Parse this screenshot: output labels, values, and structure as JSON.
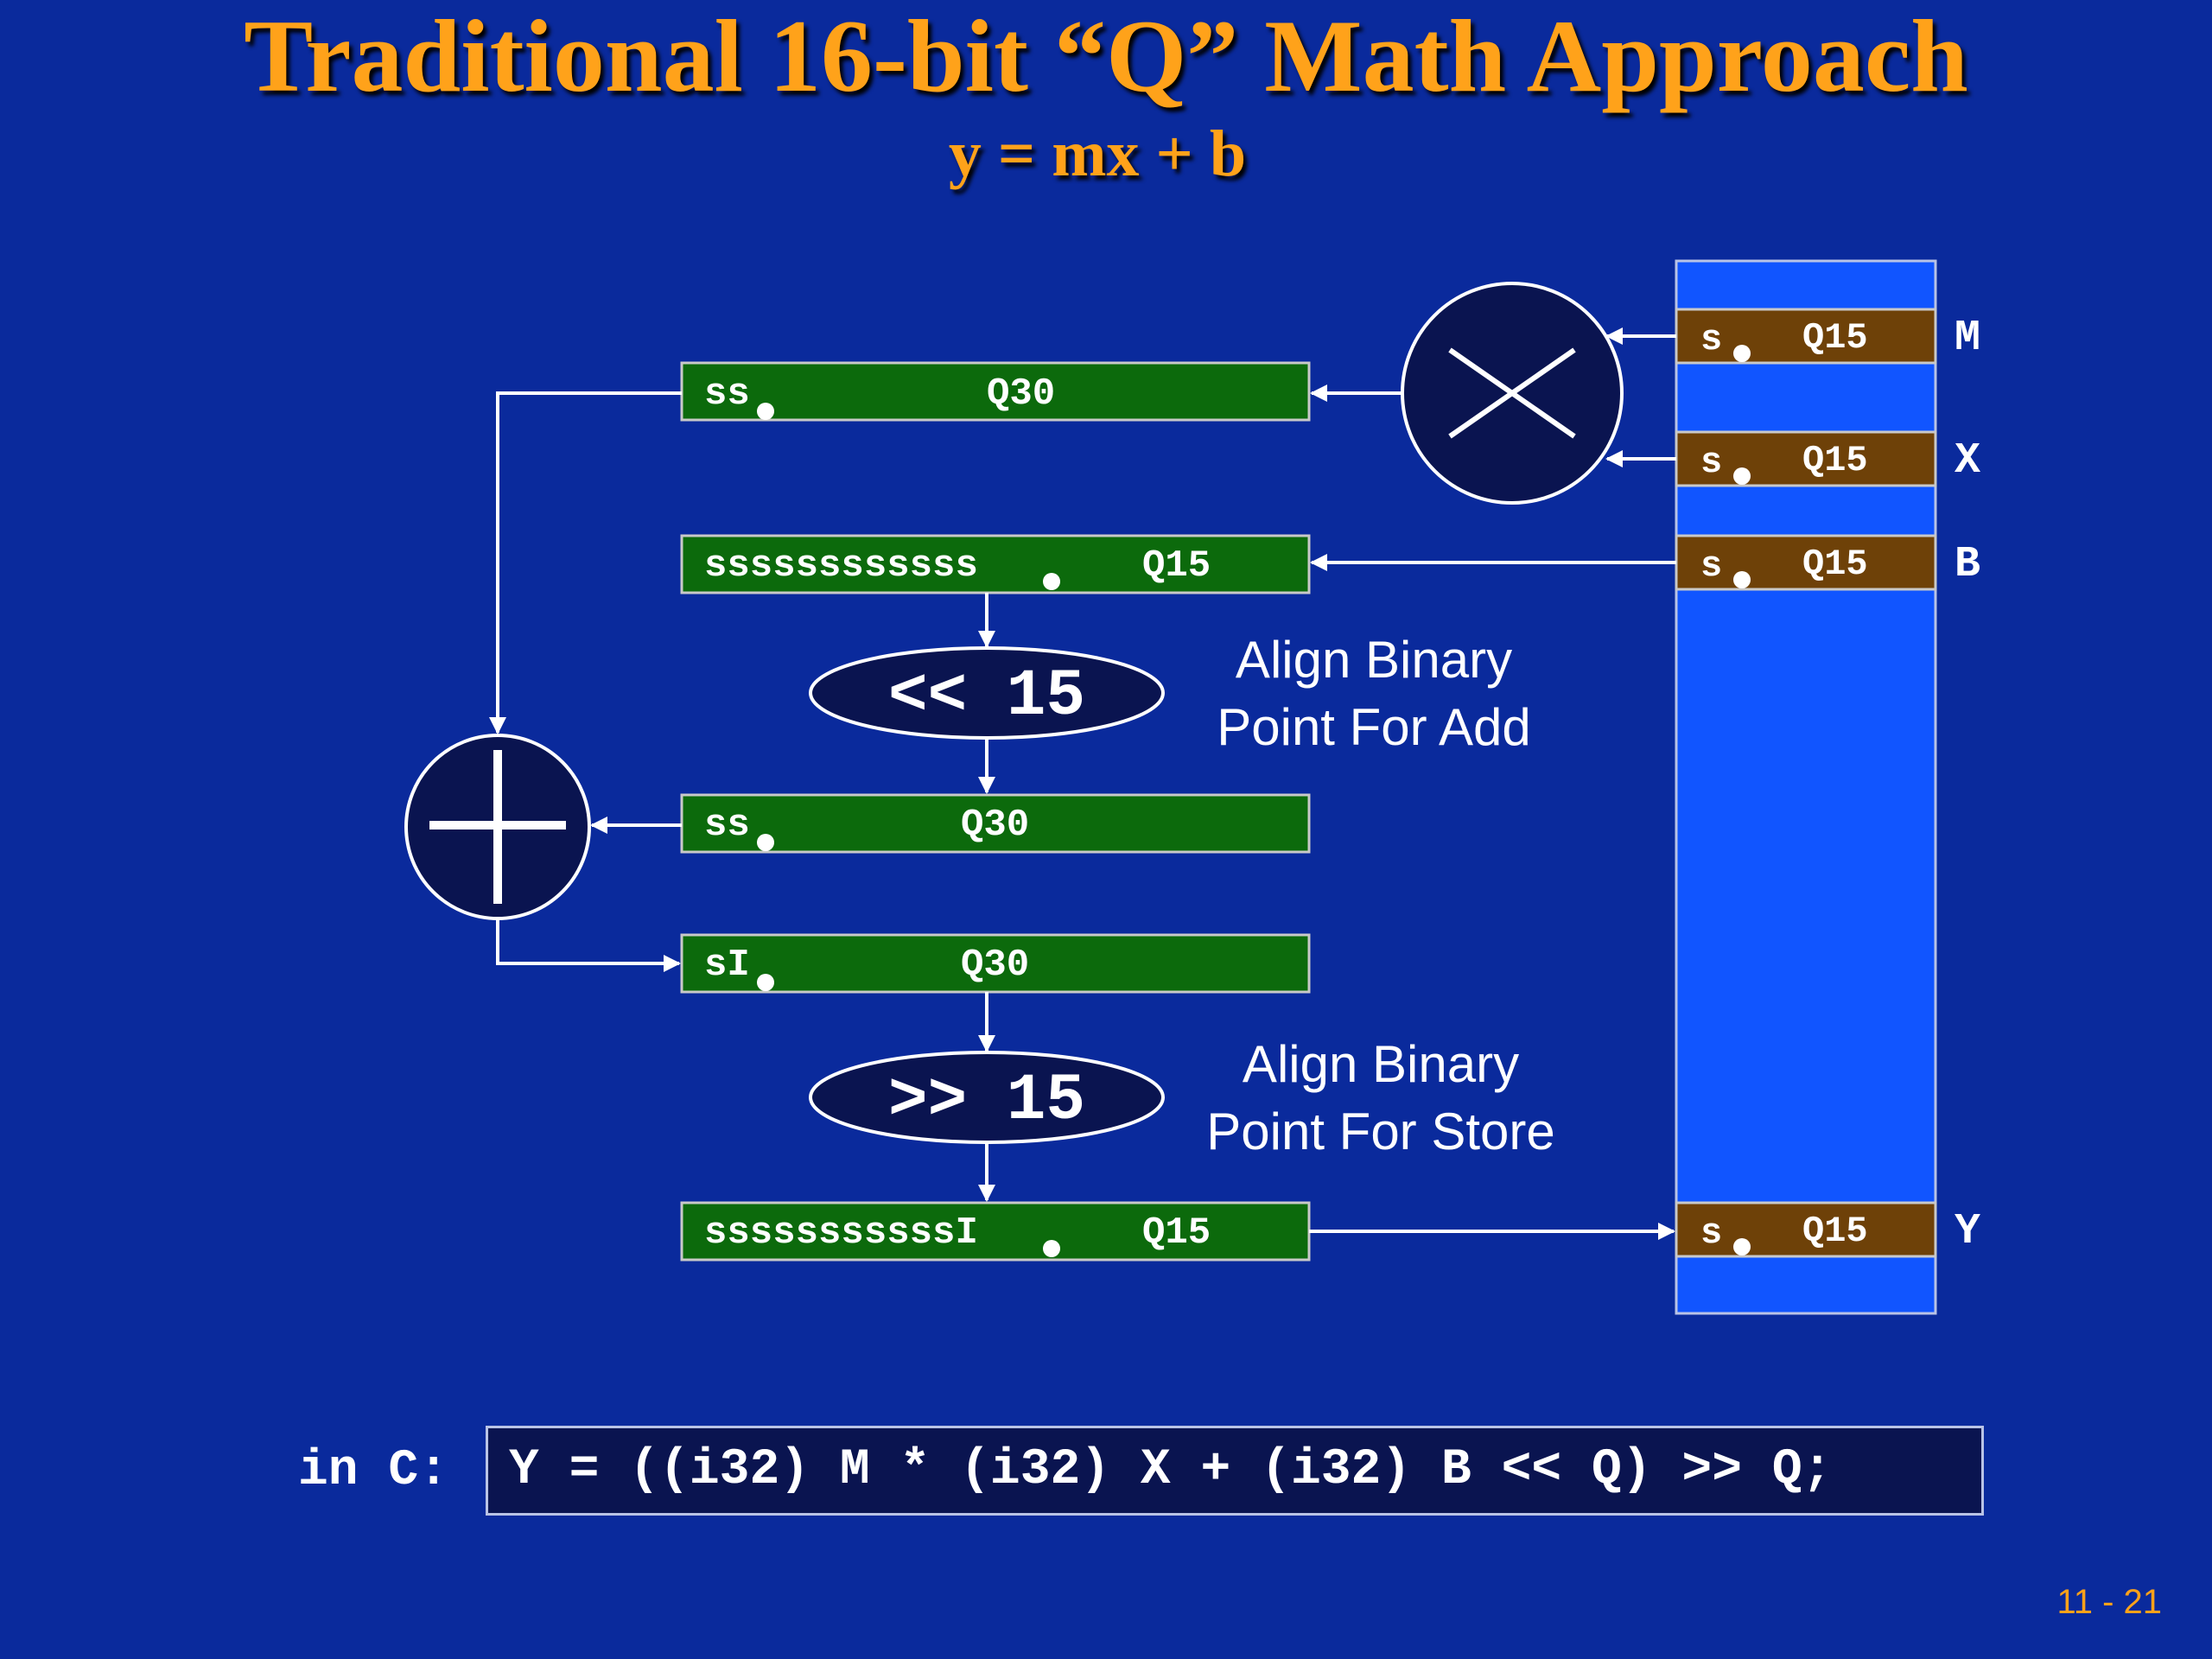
{
  "slide": {
    "title": "Traditional 16-bit “Q” Math Approach",
    "subtitle": "y = mx + b",
    "page_number": "11 - 21"
  },
  "memory": {
    "rows": [
      {
        "id": "M",
        "sign": "s",
        "format": "Q15",
        "label": "M"
      },
      {
        "id": "X",
        "sign": "s",
        "format": "Q15",
        "label": "X"
      },
      {
        "id": "B",
        "sign": "s",
        "format": "Q15",
        "label": "B"
      },
      {
        "id": "Y",
        "sign": "s",
        "format": "Q15",
        "label": "Y"
      }
    ]
  },
  "registers": {
    "product": {
      "prefix": "ss",
      "format": "Q30"
    },
    "b_loaded": {
      "prefix": "ssssssssssss",
      "format": "Q15"
    },
    "b_aligned": {
      "prefix": "ss",
      "format": "Q30"
    },
    "sum": {
      "prefix": "sI",
      "format": "Q30"
    },
    "y_result": {
      "prefix": "sssssssssssI",
      "format": "Q15"
    }
  },
  "shifts": {
    "left": "<< 15",
    "right": ">> 15"
  },
  "notes": {
    "add_line1": "Align Binary",
    "add_line2": "Point For Add",
    "store_line1": "Align Binary",
    "store_line2": "Point For Store"
  },
  "code": {
    "label": "in C:",
    "expression": "Y = ((i32) M * (i32) X + (i32) B << Q) >> Q;"
  },
  "colors": {
    "background": "#0a2a9c",
    "title": "#ffa21a",
    "register": "#0c6a0c",
    "memory_column": "#1155ff",
    "memory_cell": "#6e4108",
    "operator": "#0a1450"
  }
}
